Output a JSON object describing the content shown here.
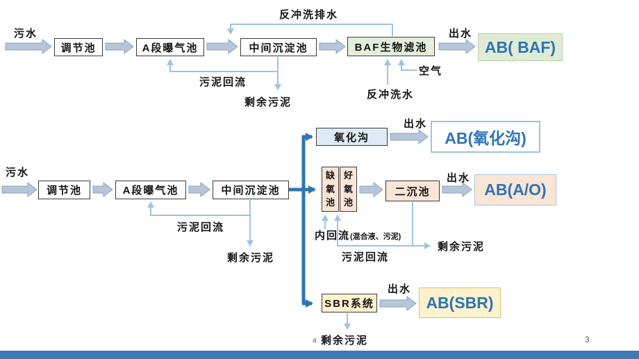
{
  "slide": {
    "footer_page_number": "3",
    "footnote_mark": "a"
  },
  "labels": {
    "influent": "污水",
    "effluent": "出水",
    "sludge_return": "污泥回流",
    "excess_sludge": "剩余污泥",
    "backwash_drain": "反冲洗排水",
    "backwash_water": "反冲洗水",
    "air": "空气",
    "internal_recycle": "内回流",
    "internal_recycle_note": "(混合液、污泥)"
  },
  "baf_chain": {
    "regulation_tank": "调节池",
    "a_stage_aeration_tank": "A段曝气池",
    "intermediate_sedimentation_tank": "中间沉淀池",
    "baf_biofilter": "BAF生物滤池",
    "result": "AB( BAF)"
  },
  "b_stage_chain": {
    "regulation_tank": "调节池",
    "a_stage_aeration_tank": "A段曝气池",
    "intermediate_sedimentation_tank": "中间沉淀池",
    "oxidation_ditch": "氧化沟",
    "oxidation_ditch_result": "AB(氧化沟)",
    "anoxic_tank": "缺氧池",
    "aerobic_tank": "好氧池",
    "secondary_sedimentation_tank": "二沉池",
    "ao_result": "AB(A/O)",
    "sbr_system": "SBR系统",
    "sbr_result": "AB(SBR)"
  },
  "colors": {
    "thick_flow_blue": "#2E75B6",
    "thin_flow_blue": "#9DC3E6",
    "block_arrow_fill": "#B6C6D9",
    "block_arrow_stroke": "#87A3C1",
    "green_fill": "#E3EFDA",
    "blue_fill": "#DEEAF6",
    "orange_fill": "#FBE5D6",
    "yellow_fill": "#FFF2CC",
    "result_text_blue": "#2E74B5",
    "footer_bar_blue": "#3C79B8"
  }
}
